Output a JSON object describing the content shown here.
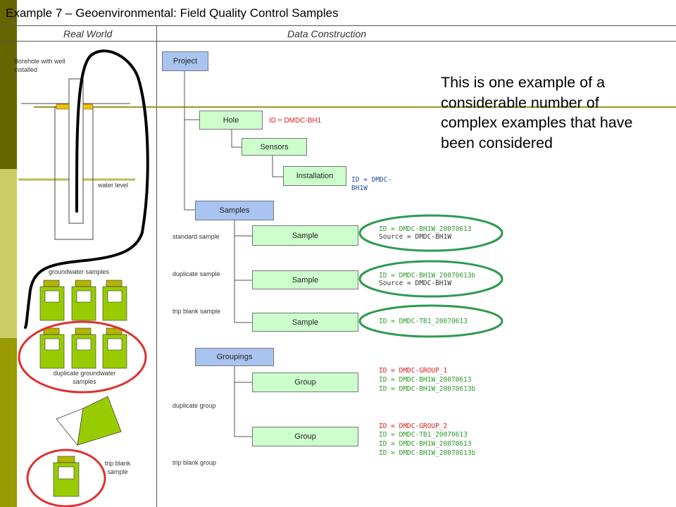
{
  "title": "Example 7 – Geoenvironmental: Field Quality Control Samples",
  "headers": {
    "real_world": "Real World",
    "data_construction": "Data Construction"
  },
  "real_world": {
    "borehole_label": "Borehole with well installed",
    "water_level_label": "water level",
    "groundwater_samples_label": "groundwater samples",
    "duplicate_samples_label": "duplicate groundwater samples",
    "trip_blank_label": "trip blank sample"
  },
  "tree": {
    "project": "Project",
    "hole": "Hole",
    "hole_id": "ID = DMDC-BH1",
    "sensors": "Sensors",
    "installation": "Installation",
    "installation_id": "ID = DMDC-BH1W",
    "samples": "Samples",
    "sample_rows": [
      {
        "label": "Sample",
        "caption": "standard sample",
        "id": "ID = DMDC-BH1W_20070613",
        "source": "Source = DMDC-BH1W"
      },
      {
        "label": "Sample",
        "caption": "duplicate sample",
        "id": "ID = DMDC-BH1W_20070613b",
        "source": "Source = DMDC-BH1W"
      },
      {
        "label": "Sample",
        "caption": "trip blank sample",
        "id": "ID = DMDC-TB1_20070613"
      }
    ],
    "groupings": "Groupings",
    "groups": [
      {
        "label": "Group",
        "caption": "duplicate group",
        "ids": [
          "ID = DMDC-GROUP_1",
          "ID = DMDC-BH1W_20070613",
          "ID = DMDC-BH1W_20070613b"
        ]
      },
      {
        "label": "Group",
        "caption": "trip blank group",
        "ids": [
          "ID = DMDC-GROUP_2",
          "ID = DMDC-TB1_20070613",
          "ID = DMDC-BH1W_20070613",
          "ID = DMDC-BH1W_20070613b"
        ]
      }
    ]
  },
  "note": "This is one example of a considerable number of complex examples that have been considered",
  "colors": {
    "sidebar_dark": "#666600",
    "sidebar_light": "#cccc66",
    "sidebar_mid": "#999900",
    "bottle": "#99cc00",
    "cap": "#b5b500",
    "node_blue": "#a9c4f0",
    "node_green": "#ccffcc",
    "id_red": "#d42020",
    "id_green": "#2b9a2b",
    "id_blue": "#2c4fa3",
    "ellipse_green": "#2e9a4e",
    "ellipse_red": "#e03030",
    "water_line": "#bbbb55"
  }
}
